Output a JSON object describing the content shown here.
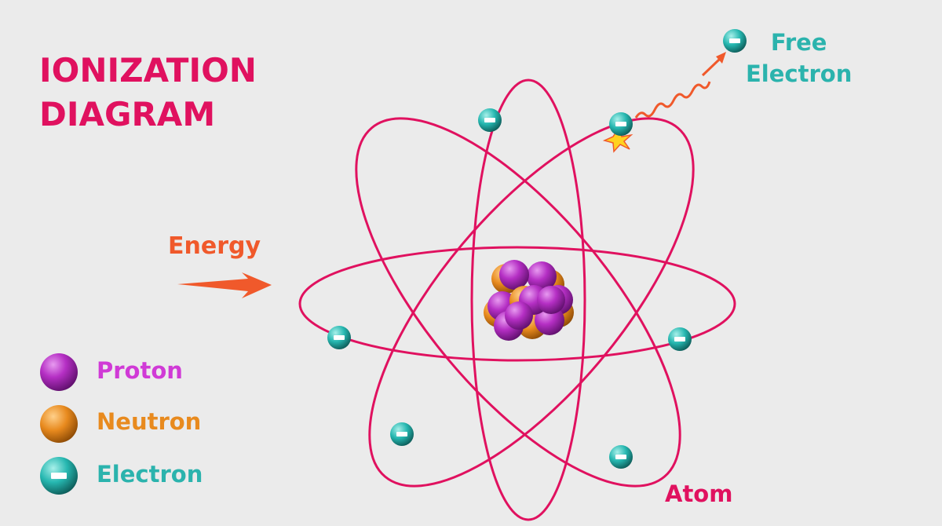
{
  "title": {
    "line1": "IONIZATION",
    "line2": "DIAGRAM"
  },
  "labels": {
    "energy": "Energy",
    "free_electron_line1": "Free",
    "free_electron_line2": "Electron",
    "atom": "Atom"
  },
  "legend": [
    {
      "key": "proton",
      "label": "Proton",
      "icon": "proton-sphere-icon"
    },
    {
      "key": "neutron",
      "label": "Neutron",
      "icon": "neutron-sphere-icon"
    },
    {
      "key": "electron",
      "label": "Electron",
      "icon": "electron-sphere-icon"
    }
  ],
  "colors": {
    "title": "#e0115f",
    "orbit": "#e0115f",
    "atom_label": "#e0115f",
    "energy": "#f0592b",
    "arrow": "#f0592b",
    "proton": "#b52fc4",
    "proton_text": "#d03ad6",
    "neutron": "#e88a1e",
    "neutron_text": "#e88a1e",
    "electron": "#26b7b0",
    "electron_text": "#2bb3ad",
    "background": "#ebebeb"
  }
}
